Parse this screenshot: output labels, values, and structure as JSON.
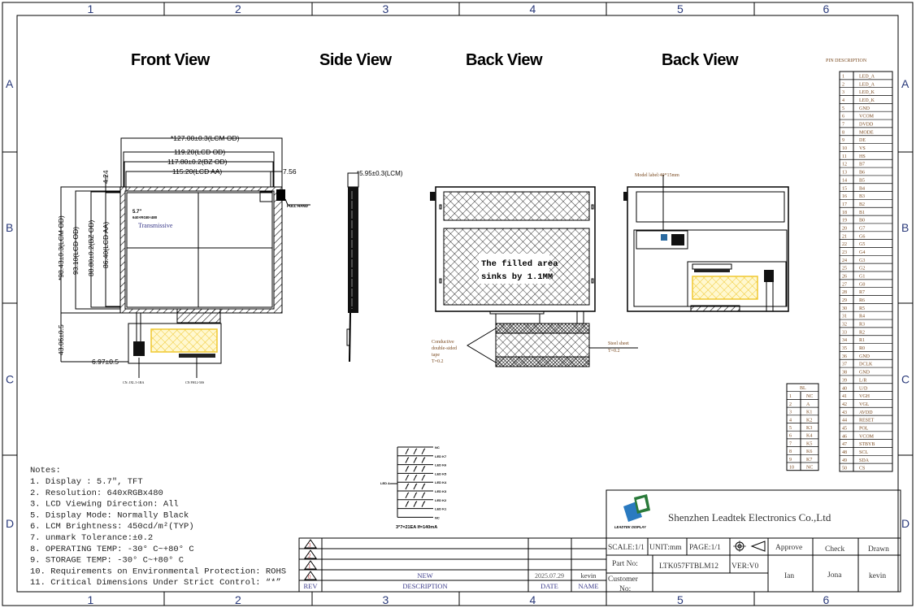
{
  "zones": {
    "columns": [
      "1",
      "2",
      "3",
      "4",
      "5",
      "6"
    ],
    "rows": [
      "A",
      "B",
      "C",
      "D"
    ]
  },
  "views": {
    "front": "Front View",
    "side": "Side View",
    "back1": "Back View",
    "back2": "Back View"
  },
  "front_view": {
    "dims": {
      "lcm_od_w": "*127.00±0.3(LCM  OD)",
      "lcd_od_w": "119.20(LCD  OD)",
      "bz_od_w": "117.80±0.2(BZ  OD)",
      "lcd_aa_w": "115.20(LCD  AA)",
      "offset_right": "7.56",
      "offset_top": "4.24",
      "lcm_od_h": "*98.43±0.3(LCM  OD)",
      "lcd_od_h": "93.10(LCD  OD)",
      "bz_od_h": "88.80±0.2(BZ  OD)",
      "lcd_aa_h": "86.40(LCD  AA)",
      "fpc_len": "43.06±0.5",
      "fpc_off": "6.97±0.5"
    },
    "panel_size": "5.7\"",
    "panel_res": "640×RGB×480",
    "panel_type": "Transmissive",
    "pull_hand": "PULL HAND",
    "cn1": "CN: JXL.5-1RA",
    "cn2": "CN FH12-50S"
  },
  "side_view": {
    "thickness": "*5.95±0.3(LCM)"
  },
  "back_view1": {
    "note_line1": "The filled area",
    "note_line2": "sinks by 1.1MM",
    "tape": [
      "Conductive",
      "double-sided",
      "tape",
      "T=0.2"
    ],
    "steel": [
      "Steel sheet",
      "T=0.2"
    ]
  },
  "back_view2": {
    "model_label": "Model label:40*15mm"
  },
  "pin_description": {
    "title": "PIN DESCRIPTION",
    "pins": [
      "LED_A",
      "LED_A",
      "LED_K",
      "LED_K",
      "GND",
      "VCOM",
      "DVDD",
      "MODE",
      "DE",
      "VS",
      "HS",
      "B7",
      "B6",
      "B5",
      "B4",
      "B3",
      "B2",
      "B1",
      "B0",
      "G7",
      "G6",
      "G5",
      "G4",
      "G3",
      "G2",
      "G1",
      "G0",
      "R7",
      "R6",
      "R5",
      "R4",
      "R3",
      "R2",
      "R1",
      "R0",
      "GND",
      "DCLK",
      "GND",
      "L/R",
      "U/D",
      "VGH",
      "VGL",
      "AVDD",
      "RESET",
      "POL",
      "VCOM",
      "STBYB",
      "SCL",
      "SDA",
      "CS"
    ]
  },
  "bl_table": {
    "title": "BL",
    "pins": [
      "NC",
      "A",
      "K1",
      "K2",
      "K3",
      "K4",
      "K5",
      "K6",
      "K7",
      "NC"
    ]
  },
  "led_schematic": {
    "anode": "LED A",
    "outputs": [
      "NC",
      "LED K7",
      "LED K6",
      "LED K5",
      "LED K4",
      "LED K3",
      "LED K2",
      "LED K1",
      "NC"
    ],
    "caption": "3*7=21EA  If=140mA"
  },
  "notes": {
    "title": "Notes:",
    "items": [
      "1. Display : 5.7\",  TFT",
      "2. Resolution: 640xRGBx480",
      "3. LCD Viewing Direction: All",
      "5. Display Mode: Normally Black",
      "6. LCM Brightness: 450cd/m²(TYP)",
      "7. unmark Tolerance:±0.2",
      "8. OPERATING TEMP: -30° C~+80° C",
      "9. STORAGE TEMP: -30° C~+80° C",
      "10. Requirements on Environmental Protection: ROHS",
      "11. Critical Dimensions Under Strict Control: “*”"
    ]
  },
  "revision_table": {
    "rows": [
      {
        "rev": "3",
        "description": "",
        "date": "",
        "name": ""
      },
      {
        "rev": "2",
        "description": "",
        "date": "",
        "name": ""
      },
      {
        "rev": "1",
        "description": "",
        "date": "",
        "name": ""
      },
      {
        "rev": "0",
        "description": "NEW",
        "date": "2025.07.29",
        "name": "kevin"
      }
    ],
    "headers": {
      "rev": "REV",
      "description": "DESCRIPTION",
      "date": "DATE",
      "name": "NAME"
    }
  },
  "title_block": {
    "company": "Shenzhen Leadtek Electronics Co.,Ltd",
    "logo_text": "LEADTEK DISPLAY",
    "scale": "SCALE:1/1",
    "unit": "UNIT:mm",
    "page": "PAGE:1/1",
    "part_no_label": "Part No:",
    "part_no": "LTK057FTBLM12",
    "ver": "VER:V0",
    "customer_no_label_1": "Customer",
    "customer_no_label_2": "No:",
    "approve_label": "Approve",
    "check_label": "Check",
    "drawn_label": "Drawn",
    "approve": "Ian",
    "check": "Jona",
    "drawn": "kevin"
  },
  "colors": {
    "highlight": "#f0d040",
    "text_blue": "#3a3a8a"
  }
}
